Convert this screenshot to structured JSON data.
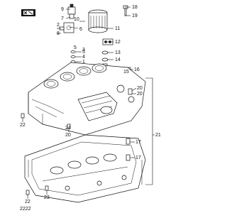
{
  "diagram": {
    "callouts": {
      "c1": "1",
      "c2": "2",
      "c3": "3",
      "c4": "4",
      "c5": "5",
      "c6": "6",
      "c7": "7",
      "c8": "8",
      "c9": "9",
      "c10": "10",
      "c11": "11",
      "c12": "12",
      "c13": "13",
      "c14": "14",
      "c15": "15",
      "c16": "16",
      "c17": "17",
      "c18": "18",
      "c19": "19",
      "c20a": "20",
      "c20b": "20",
      "c20c": "20",
      "c21": "21",
      "c22a": "22",
      "c22b": "22",
      "c23": "23",
      "c24": "24",
      "c2222": "2222",
      "c17b": "17",
      "c5b": "5"
    }
  }
}
